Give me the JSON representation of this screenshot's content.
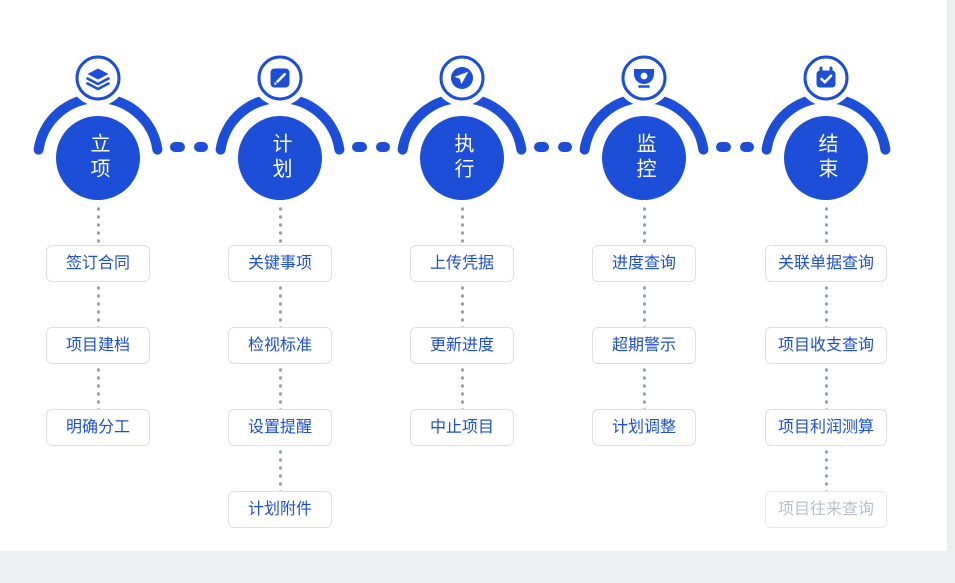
{
  "theme": {
    "primary": "#1c4ed8",
    "box_border": "#dcdfe6",
    "dot": "#93a0b4",
    "disabled_text": "#b9bfc9",
    "disabled_border": "#e4e7ec",
    "page_bg": "#eceef0",
    "canvas_bg": "#ffffff"
  },
  "stages": [
    {
      "label": "立项",
      "icon": "layers-icon",
      "items": [
        {
          "label": "签订合同"
        },
        {
          "label": "项目建档"
        },
        {
          "label": "明确分工"
        }
      ]
    },
    {
      "label": "计划",
      "icon": "edit-note-icon",
      "items": [
        {
          "label": "关键事项"
        },
        {
          "label": "检视标准"
        },
        {
          "label": "设置提醒"
        },
        {
          "label": "计划附件"
        }
      ]
    },
    {
      "label": "执行",
      "icon": "send-icon",
      "items": [
        {
          "label": "上传凭据"
        },
        {
          "label": "更新进度"
        },
        {
          "label": "中止项目"
        }
      ]
    },
    {
      "label": "监控",
      "icon": "monitor-camera-icon",
      "items": [
        {
          "label": "进度查询"
        },
        {
          "label": "超期警示"
        },
        {
          "label": "计划调整"
        }
      ]
    },
    {
      "label": "结束",
      "icon": "calendar-check-icon",
      "items": [
        {
          "label": "关联单据查询"
        },
        {
          "label": "项目收支查询"
        },
        {
          "label": "项目利润测算"
        },
        {
          "label": "项目往来查询",
          "disabled": true
        }
      ]
    }
  ]
}
